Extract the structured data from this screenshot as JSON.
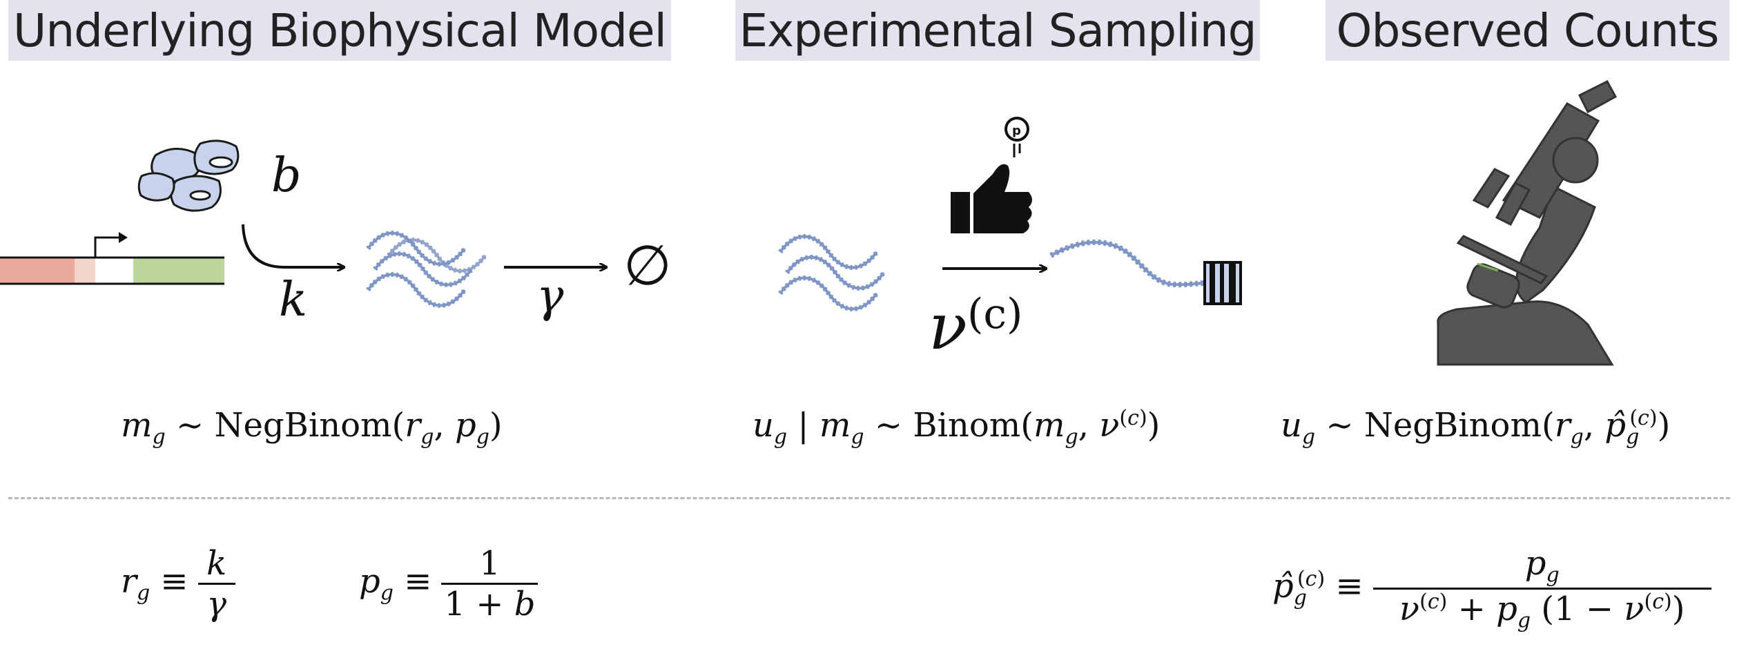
{
  "headers": {
    "model": "Underlying Biophysical Model",
    "sampling": "Experimental Sampling",
    "counts": "Observed Counts"
  },
  "symbols": {
    "burst": "b",
    "k": "k",
    "gamma": "γ",
    "null": "∅",
    "nu": "ν",
    "nu_sup": "(c)"
  },
  "equations": {
    "m_dist": {
      "lhs": "m",
      "sub": "g",
      "rel": "∼",
      "fn": "NegBinom",
      "args": "(r_g, p_g)"
    },
    "u_given_m": {
      "lhs": "u_g | m_g",
      "rel": "∼",
      "fn": "Binom",
      "args": "(m_g, ν^(c))"
    },
    "u_dist": {
      "lhs": "u_g",
      "rel": "∼",
      "fn": "NegBinom",
      "args": "(r_g, p̂_g^(c))"
    },
    "r_def": {
      "lhs": "r_g",
      "rel": "≡",
      "num": "k",
      "den": "γ"
    },
    "p_def": {
      "lhs": "p_g",
      "rel": "≡",
      "num": "1",
      "den": "1 + b"
    },
    "phat_def": {
      "lhs": "p̂_g^(c)",
      "rel": "≡",
      "num": "p_g",
      "den": "ν^(c) + p_g (1 − ν^(c))"
    }
  },
  "colors": {
    "header_bg": "#e3e3ef",
    "mrna": "#7f95c4",
    "protein": "#c6d3ea",
    "gene_red": "#e8aa9a",
    "gene_pink": "#f3d5cb",
    "gene_green": "#bcd69a",
    "microscope": "#555555"
  }
}
